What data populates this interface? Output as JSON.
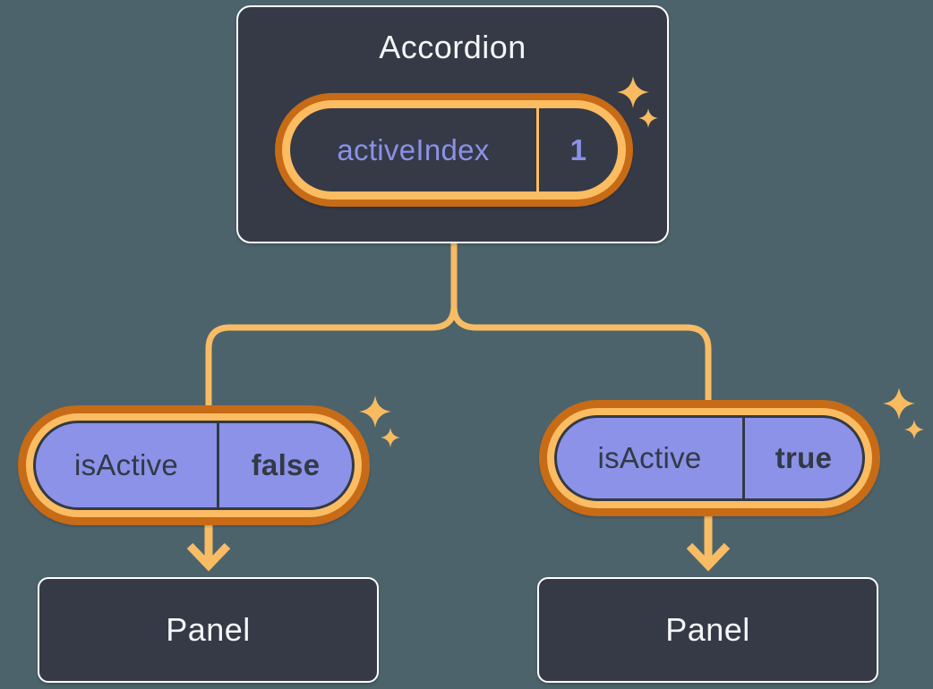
{
  "accordion": {
    "title": "Accordion",
    "state": {
      "label": "activeIndex",
      "value": "1"
    }
  },
  "branches": [
    {
      "state": {
        "label": "isActive",
        "value": "false"
      },
      "panel": {
        "title": "Panel"
      }
    },
    {
      "state": {
        "label": "isActive",
        "value": "true"
      },
      "panel": {
        "title": "Panel"
      }
    }
  ],
  "icons": {
    "sparkle": "sparkle-icon"
  },
  "colors": {
    "background": "#4C636B",
    "node_fill": "#353A46",
    "node_border": "#FFFFFF",
    "node_text": "#F5F6F8",
    "state_purple_fill": "#8B92E8",
    "state_purple_text": "#8A91E8",
    "state_dark_text": "#333945",
    "ring_outer_orange": "#C76B16",
    "ring_inner_orange": "#FBBC62",
    "connector_orange": "#F8BC64",
    "sparkle_orange": "#F8BB60"
  }
}
